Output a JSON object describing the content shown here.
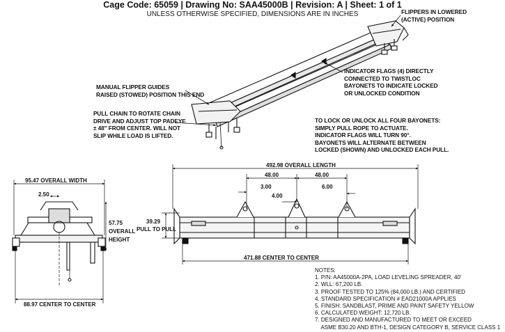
{
  "header": {
    "title": "Cage Code: 65059 | Drawing No: SAA45000B | Revision: A | Sheet: 1 of 1",
    "subtitle": "UNLESS OTHERWISE SPECIFIED, DIMENSIONS ARE IN INCHES"
  },
  "callouts": {
    "flippers_lowered": "FLIPPERS IN LOWERED\n(ACTIVE) POSITION",
    "manual_flipper": "MANUAL FLIPPER GUIDES\nRAISED (STOWED) POSITION THIS END",
    "indicator_flags": "INDICATOR FLAGS (4) DIRECTLY\nCONNECTED TO TWISTLOC\nBAYONETS TO INDICATE LOCKED\nOR UNLOCKED CONDITION",
    "pull_chain": "PULL CHAIN TO ROTATE CHAIN\nDRIVE AND ADJUST TOP PADEYE\n± 48\" FROM CENTER. WILL NOT\nSLIP WHILE LOAD IS LIFTED.",
    "lock_unlock": "TO LOCK OR UNLOCK ALL FOUR BAYONETS:\nSIMPLY PULL ROPE TO ACTUATE.\nINDICATOR FLAGS WILL TURN 90°.\nBAYONETS WILL ALTERNATE BETWEEN\nLOCKED (SHOWN) AND UNLOCKED EACH PULL."
  },
  "dimensions": {
    "overall_width": "95.47 OVERALL WIDTH",
    "d250": "2.50",
    "overall_height_1": "57.75",
    "overall_height_2": "OVERALL",
    "overall_height_3": "HEIGHT",
    "end_center": "88.97 CENTER TO CENTER",
    "overall_length": "492.98 OVERALL LENGTH",
    "d48a": "48.00",
    "d48b": "48.00",
    "d300": "3.00",
    "d400": "4.00",
    "d600": "6.00",
    "pull1": "39.29",
    "pull2": "PULL TO PULL",
    "side_center": "471.88 CENTER TO CENTER"
  },
  "notes": {
    "heading": "NOTES:",
    "items": [
      "1. P/N: AA45000A-2PA, LOAD LEVELING SPREADER, 40'",
      "2. WLL: 67,200 LB.",
      "3. PROOF TESTED TO 125% (84,000 LB.) AND CERTIFIED",
      "4. STANDARD SPECIFICATION # EAD21000A APPLIES",
      "5. FINISH: SANDBLAST, PRIME AND PAINT SAFETY YELLOW",
      "6. CALCULATED WEIGHT: 12,720 LB.",
      "7. DESIGNED AND MANUFACTURED TO MEET OR EXCEED",
      "    ASME B30.20 AND BTH-1, DESIGN CATEGORY B, SERVICE CLASS 1"
    ]
  }
}
